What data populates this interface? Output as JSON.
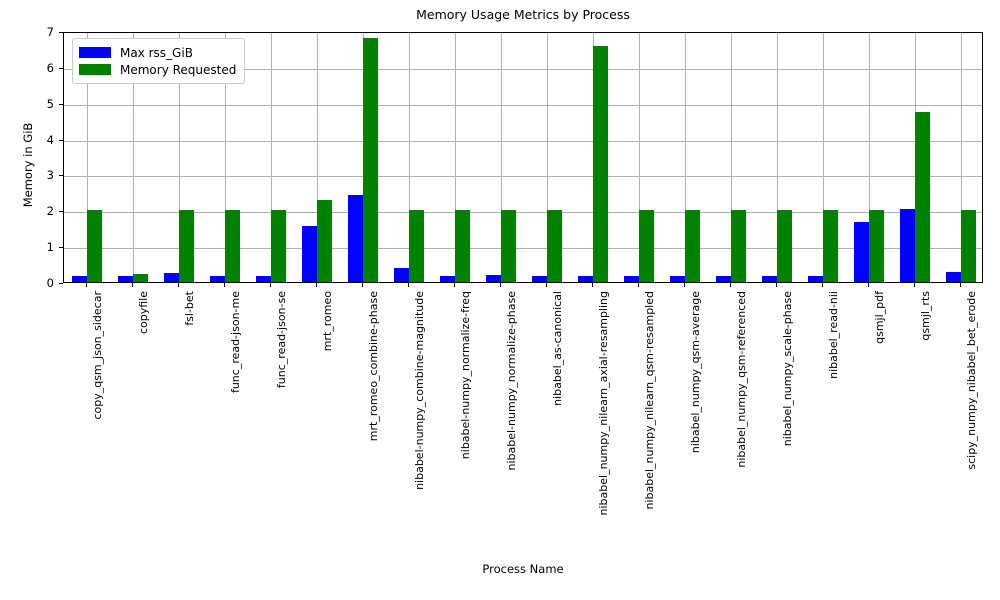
{
  "chart_data": {
    "type": "bar",
    "title": "Memory Usage Metrics by Process",
    "xlabel": "Process Name",
    "ylabel": "Memory in GiB",
    "ylim": [
      0,
      7
    ],
    "yticks": [
      0,
      1,
      2,
      3,
      4,
      5,
      6,
      7
    ],
    "grid": true,
    "legend_position": "upper left",
    "categories": [
      "copy_qsm_json_sidecar",
      "copyfile",
      "fsl-bet",
      "func_read-json-me",
      "func_read-json-se",
      "mrt_romeo",
      "mrt_romeo_combine-phase",
      "nibabel-numpy_combine-magnitude",
      "nibabel-numpy_normalize-freq",
      "nibabel-numpy_normalize-phase",
      "nibabel_as-canonical",
      "nibabel_numpy_nilearn_axial-resampling",
      "nibabel_numpy_nilearn_qsm-resampled",
      "nibabel_numpy_qsm-average",
      "nibabel_numpy_qsm-referenced",
      "nibabel_numpy_scale-phase",
      "nibabel_read-nii",
      "qsmjl_pdf",
      "qsmjl_rts",
      "scipy_numpy_nibabel_bet_erode"
    ],
    "series": [
      {
        "name": "Max rss_GiB",
        "color": "#0000ff",
        "values": [
          0.16,
          0.16,
          0.25,
          0.16,
          0.16,
          1.55,
          2.42,
          0.4,
          0.16,
          0.19,
          0.16,
          0.16,
          0.16,
          0.16,
          0.16,
          0.16,
          0.16,
          1.67,
          2.05,
          0.28
        ]
      },
      {
        "name": "Memory Requested",
        "color": "#008000",
        "values": [
          2.0,
          0.22,
          2.0,
          2.0,
          2.0,
          2.28,
          6.8,
          2.0,
          2.0,
          2.0,
          2.0,
          6.58,
          2.0,
          2.0,
          2.0,
          2.0,
          2.0,
          2.0,
          4.75,
          2.0
        ]
      }
    ]
  }
}
